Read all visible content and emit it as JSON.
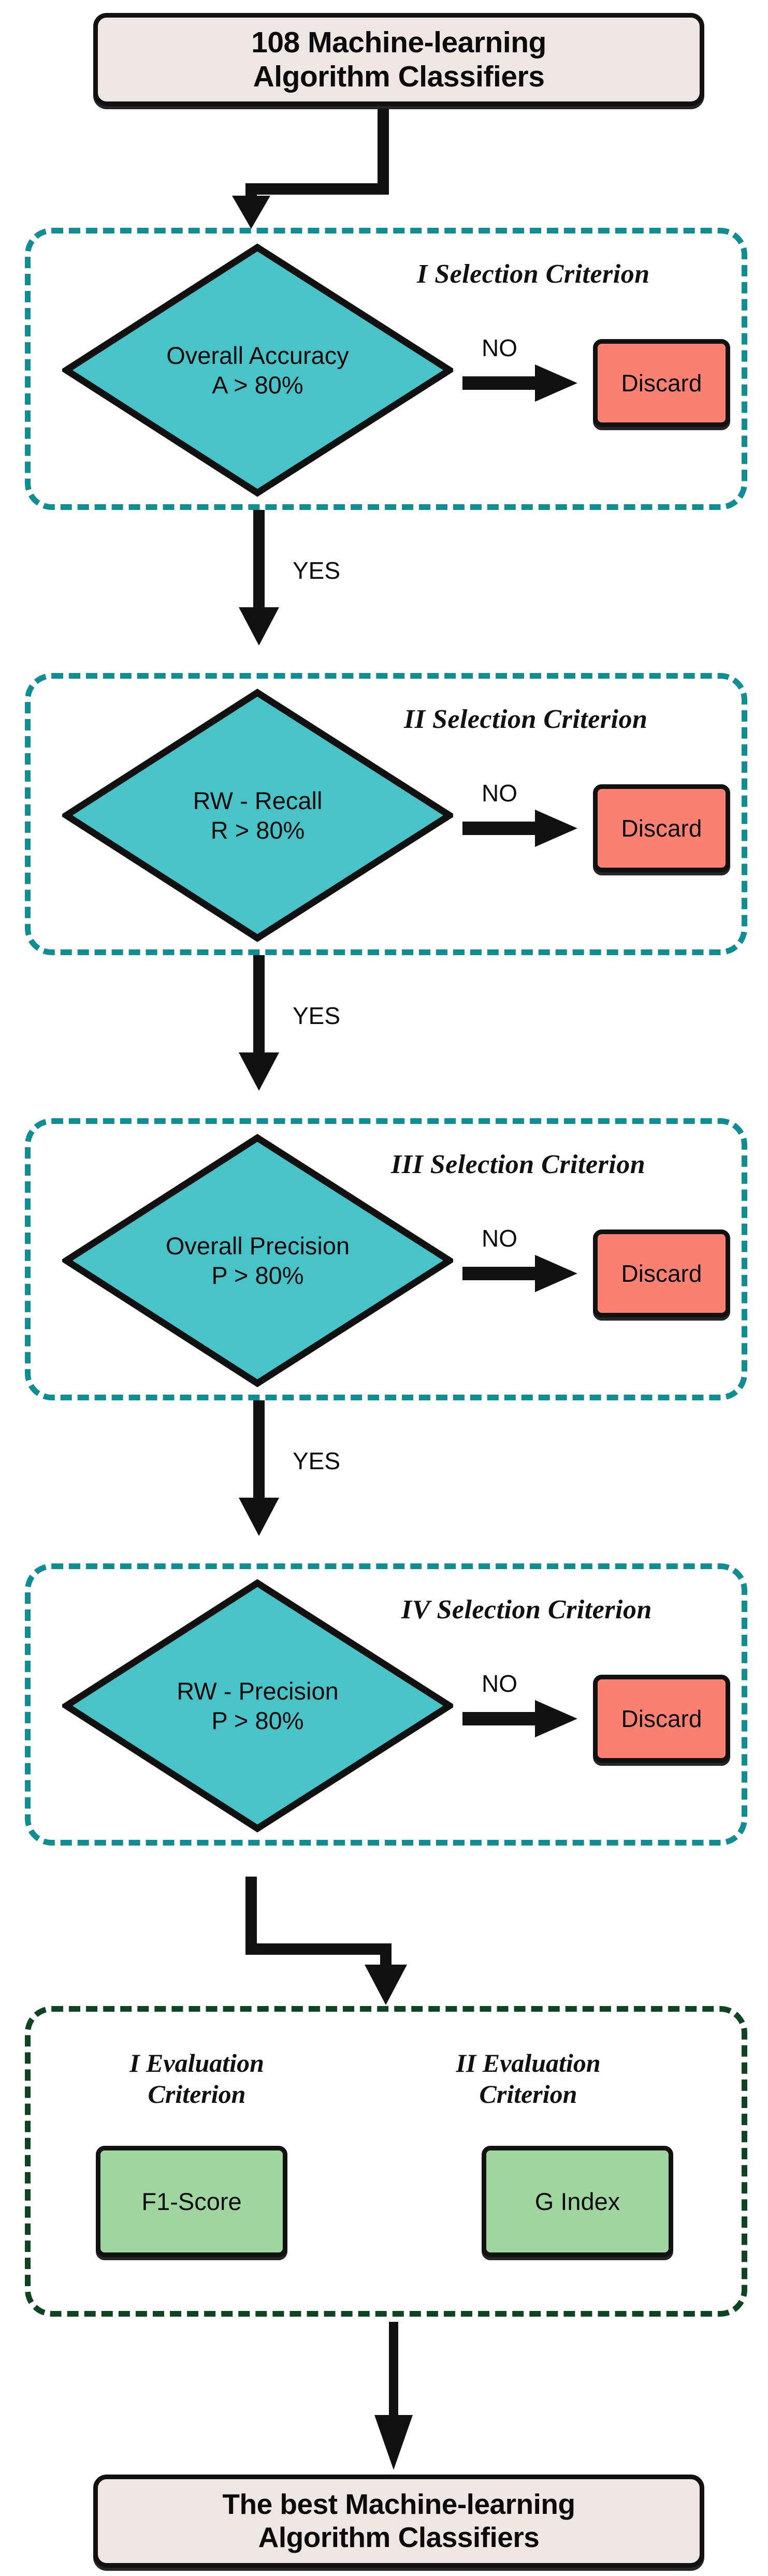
{
  "colors": {
    "diamond_fill": "#48C3C8",
    "discard_fill": "#FA8072",
    "metric_fill": "#9FD69F",
    "terminal_fill": "#EDE6E3",
    "selection_border": "#0E8E93",
    "evaluation_border": "#0E4422",
    "stroke": "#111111",
    "background": "#FFFFFF"
  },
  "start": {
    "line1": "108 Machine-learning",
    "line2": "Algorithm Classifiers"
  },
  "end": {
    "line1": "The best Machine-learning",
    "line2": "Algorithm Classifiers"
  },
  "edges": {
    "no": "NO",
    "yes": "YES"
  },
  "discard_label": "Discard",
  "selection_criteria": [
    {
      "title": "I Selection Criterion",
      "decision_line1": "Overall Accuracy",
      "decision_line2": "A > 80%",
      "no_label": "NO",
      "discard": "Discard",
      "yes_label": "YES"
    },
    {
      "title": "II Selection Criterion",
      "decision_line1": "RW - Recall",
      "decision_line2": "R > 80%",
      "no_label": "NO",
      "discard": "Discard",
      "yes_label": "YES"
    },
    {
      "title": "III Selection Criterion",
      "decision_line1": "Overall Precision",
      "decision_line2": "P > 80%",
      "no_label": "NO",
      "discard": "Discard",
      "yes_label": "YES"
    },
    {
      "title": "IV Selection Criterion",
      "decision_line1": "RW - Precision",
      "decision_line2": "P > 80%",
      "no_label": "NO",
      "discard": "Discard",
      "yes_label": ""
    }
  ],
  "evaluation": {
    "criteria": [
      {
        "title_line1": "I Evaluation",
        "title_line2": "Criterion",
        "metric": "F1-Score"
      },
      {
        "title_line1": "II Evaluation",
        "title_line2": "Criterion",
        "metric": "G Index"
      }
    ]
  }
}
